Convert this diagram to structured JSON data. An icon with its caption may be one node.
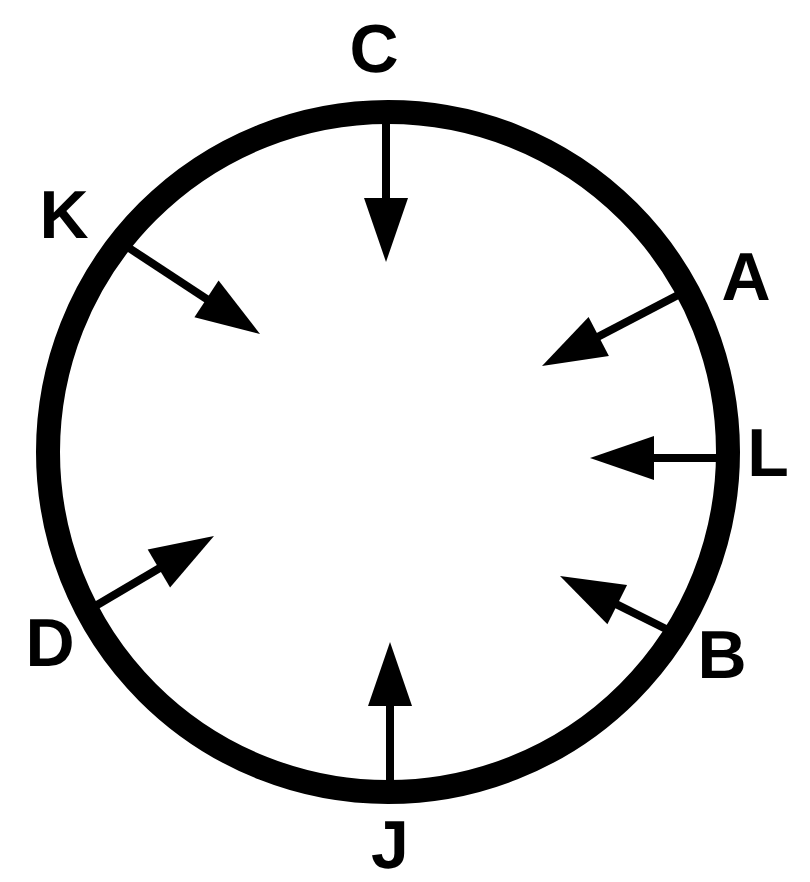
{
  "diagram": {
    "labels": [
      "C",
      "K",
      "A",
      "L",
      "D",
      "B",
      "J"
    ]
  }
}
